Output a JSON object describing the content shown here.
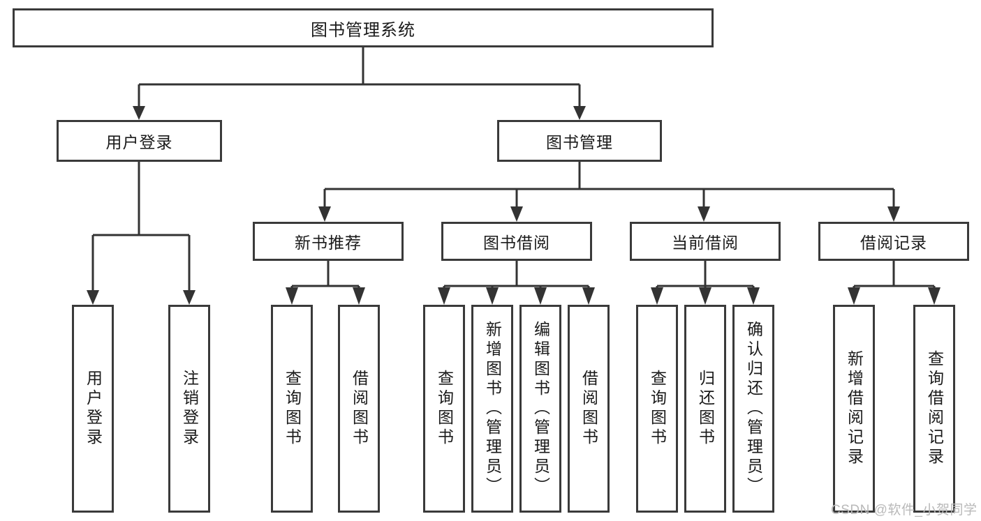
{
  "diagram": {
    "title_node": {
      "label": "图书管理系统"
    },
    "level2": [
      {
        "id": "user-login",
        "label": "用户登录"
      },
      {
        "id": "book-manage",
        "label": "图书管理"
      }
    ],
    "level3": [
      {
        "id": "new-book-recommend",
        "label": "新书推荐"
      },
      {
        "id": "book-borrow",
        "label": "图书借阅"
      },
      {
        "id": "current-borrow",
        "label": "当前借阅"
      },
      {
        "id": "borrow-record",
        "label": "借阅记录"
      }
    ],
    "leaves": {
      "user_login": [
        {
          "id": "leaf-user-login",
          "label": "用户登录"
        },
        {
          "id": "leaf-user-logout",
          "label": "注销登录"
        }
      ],
      "new_book_recommend": [
        {
          "id": "leaf-query-book-1",
          "label": "查询图书"
        },
        {
          "id": "leaf-borrow-book-1",
          "label": "借阅图书"
        }
      ],
      "book_borrow": [
        {
          "id": "leaf-query-book-2",
          "label": "查询图书"
        },
        {
          "id": "leaf-add-book",
          "label": "新增图书（管理员）"
        },
        {
          "id": "leaf-edit-book",
          "label": "编辑图书（管理员）"
        },
        {
          "id": "leaf-borrow-book-2",
          "label": "借阅图书"
        }
      ],
      "current_borrow": [
        {
          "id": "leaf-query-book-3",
          "label": "查询图书"
        },
        {
          "id": "leaf-return-book",
          "label": "归还图书"
        },
        {
          "id": "leaf-confirm-return",
          "label": "确认归还（管理员）"
        }
      ],
      "borrow_record": [
        {
          "id": "leaf-add-record",
          "label": "新增借阅记录"
        },
        {
          "id": "leaf-query-record",
          "label": "查询借阅记录"
        }
      ]
    },
    "watermark": {
      "text": "CSDN @软件_小贺同学"
    },
    "colors": {
      "box_border": "#3a3a3a",
      "connector": "#333333",
      "background": "#ffffff",
      "text": "#1a1a1a",
      "watermark": "#b9b9b9"
    }
  }
}
